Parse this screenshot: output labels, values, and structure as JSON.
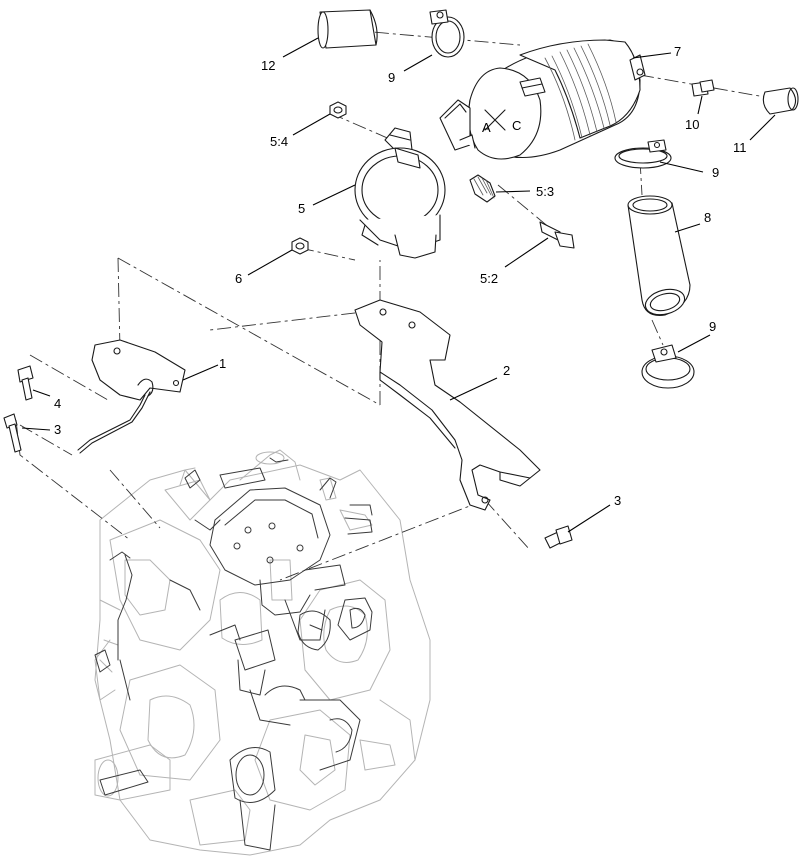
{
  "callouts": [
    {
      "id": "c12",
      "label": "12"
    },
    {
      "id": "c9a",
      "label": "9"
    },
    {
      "id": "c7",
      "label": "7"
    },
    {
      "id": "c10",
      "label": "10"
    },
    {
      "id": "c11",
      "label": "11"
    },
    {
      "id": "c9b",
      "label": "9"
    },
    {
      "id": "c54",
      "label": "5:4"
    },
    {
      "id": "c5",
      "label": "5"
    },
    {
      "id": "c53",
      "label": "5:3"
    },
    {
      "id": "c8",
      "label": "8"
    },
    {
      "id": "c6",
      "label": "6"
    },
    {
      "id": "c52",
      "label": "5:2"
    },
    {
      "id": "c9c",
      "label": "9"
    },
    {
      "id": "c1",
      "label": "1"
    },
    {
      "id": "c2",
      "label": "2"
    },
    {
      "id": "c4",
      "label": "4"
    },
    {
      "id": "c3a",
      "label": "3"
    },
    {
      "id": "c3b",
      "label": "3"
    }
  ],
  "cleaner_markings": [
    "A",
    "C"
  ],
  "colors": {
    "line": "#1a1a1a",
    "engine": "#b4b4b4",
    "background": "#ffffff"
  }
}
